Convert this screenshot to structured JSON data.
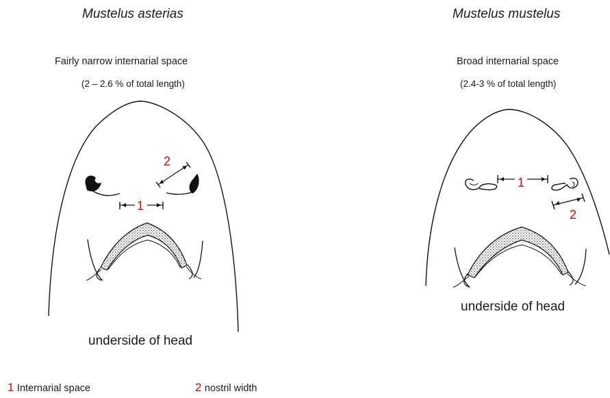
{
  "left": {
    "title": "Mustelus asterias",
    "description": "Fairly narrow internarial space",
    "range": "(2 – 2.6 % of total length)",
    "caption": "underside of head",
    "marker_1": "1",
    "marker_2": "2"
  },
  "right": {
    "title": "Mustelus mustelus",
    "description": "Broad internarial space",
    "range": "(2.4-3 % of total length)",
    "caption": "underside of head",
    "marker_1": "1",
    "marker_2": "2"
  },
  "legend": [
    {
      "num": "1",
      "label": "Internarial space"
    },
    {
      "num": "2",
      "label": "nostril width"
    }
  ],
  "colors": {
    "marker": "#e00000",
    "line": "#111111"
  }
}
